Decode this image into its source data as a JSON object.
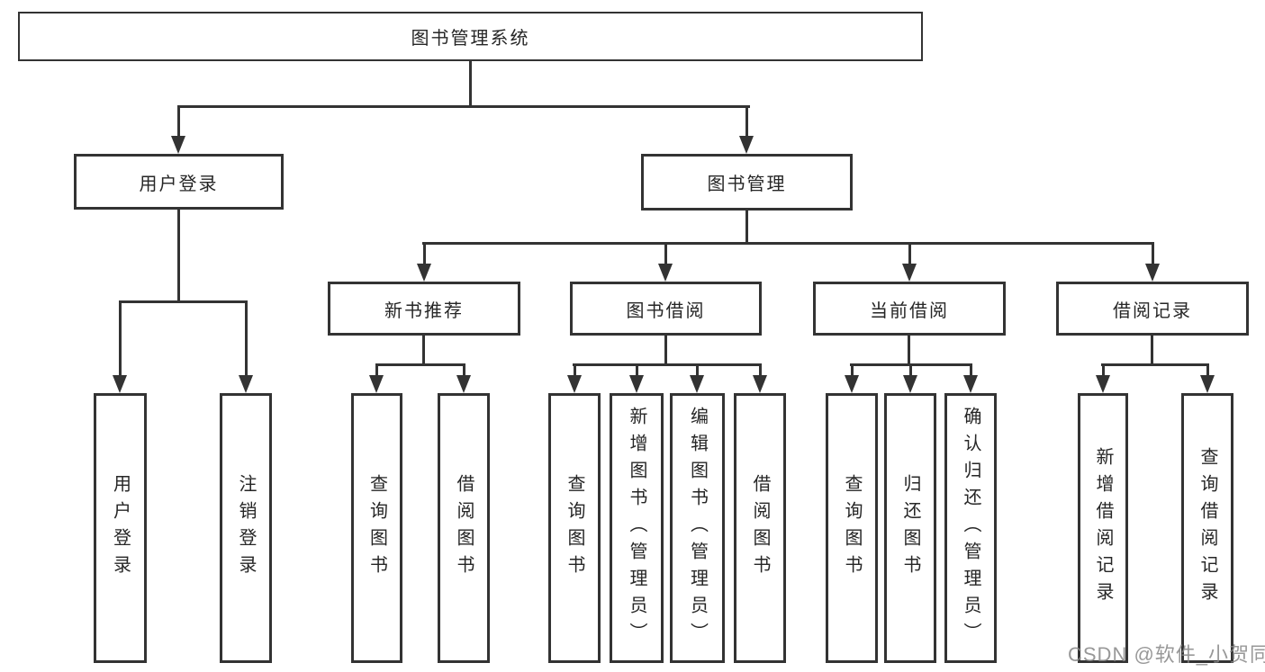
{
  "colors": {
    "line": "#333333",
    "box_border": "#333333",
    "text": "#262626",
    "background": "#ffffff",
    "watermark": "#868686"
  },
  "tree": {
    "root": {
      "label": "图书管理系统"
    },
    "branches": [
      {
        "label": "用户登录",
        "children": [
          {
            "label": "用户登录"
          },
          {
            "label": "注销登录"
          }
        ]
      },
      {
        "label": "图书管理",
        "children": [
          {
            "label": "新书推荐",
            "children": [
              {
                "label": "查询图书"
              },
              {
                "label": "借阅图书"
              }
            ]
          },
          {
            "label": "图书借阅",
            "children": [
              {
                "label": "查询图书"
              },
              {
                "label": "新增图书（管理员）"
              },
              {
                "label": "编辑图书（管理员）"
              },
              {
                "label": "借阅图书"
              }
            ]
          },
          {
            "label": "当前借阅",
            "children": [
              {
                "label": "查询图书"
              },
              {
                "label": "归还图书"
              },
              {
                "label": "确认归还（管理员）"
              }
            ]
          },
          {
            "label": "借阅记录",
            "children": [
              {
                "label": "新增借阅记录"
              },
              {
                "label": "查询借阅记录"
              }
            ]
          }
        ]
      }
    ]
  },
  "watermark": {
    "label": "CSDN @软件_小贺同学"
  }
}
